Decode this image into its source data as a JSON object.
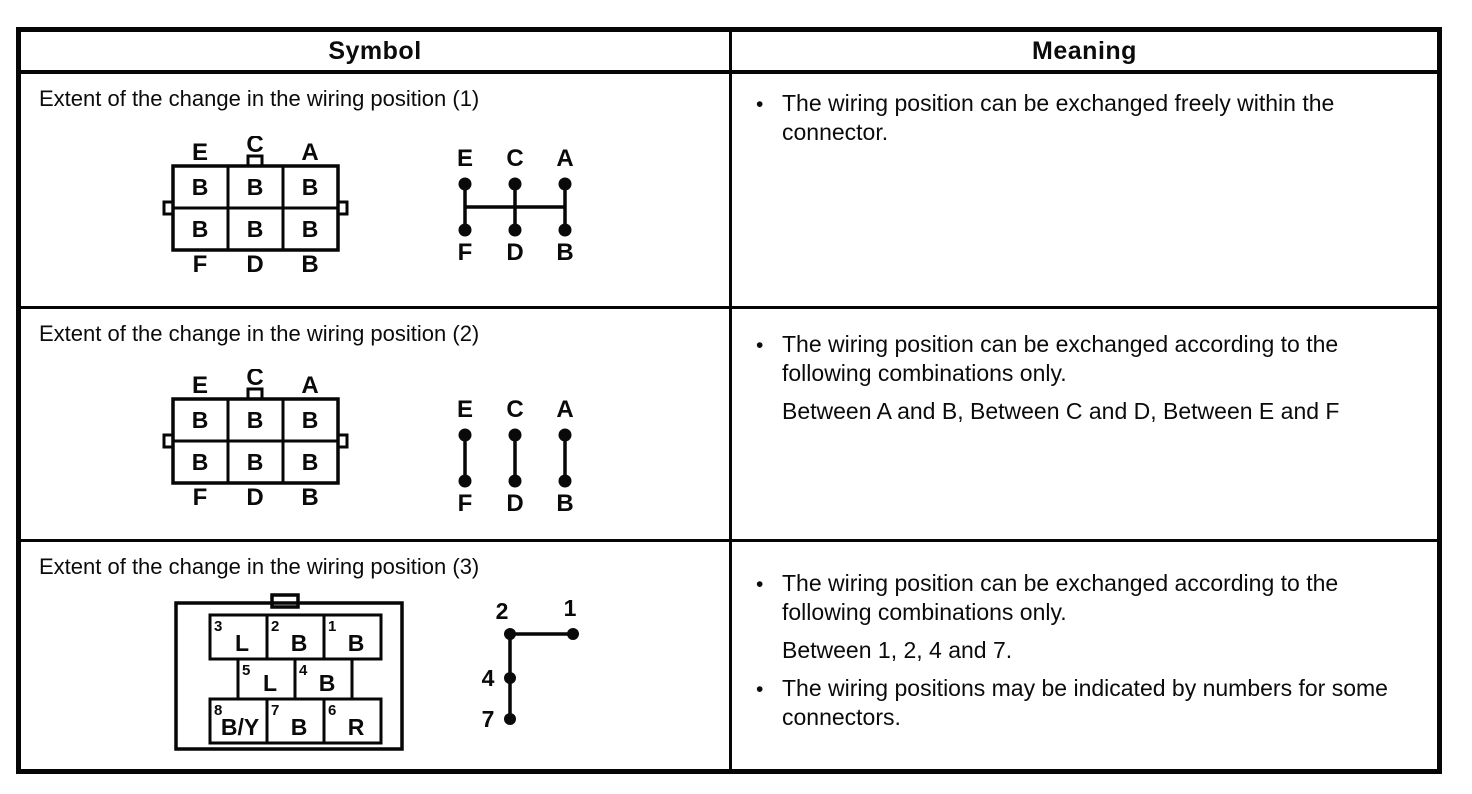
{
  "bullet_char": "•",
  "header": {
    "symbol": "Symbol",
    "meaning": "Meaning"
  },
  "rows": [
    {
      "title": "Extent of the change in the wiring position (1)",
      "connector": {
        "top_labels": [
          "E",
          "C",
          "A"
        ],
        "bottom_labels": [
          "F",
          "D",
          "B"
        ],
        "cells": [
          "B",
          "B",
          "B",
          "B",
          "B",
          "B"
        ]
      },
      "wiring": {
        "top_labels": [
          "E",
          "C",
          "A"
        ],
        "bottom_labels": [
          "F",
          "D",
          "B"
        ]
      },
      "meaning": {
        "bullet1": "The wiring position can be exchanged freely within the connector."
      }
    },
    {
      "title": "Extent of the change in the wiring position (2)",
      "connector": {
        "top_labels": [
          "E",
          "C",
          "A"
        ],
        "bottom_labels": [
          "F",
          "D",
          "B"
        ],
        "cells": [
          "B",
          "B",
          "B",
          "B",
          "B",
          "B"
        ]
      },
      "wiring": {
        "top_labels": [
          "E",
          "C",
          "A"
        ],
        "bottom_labels": [
          "F",
          "D",
          "B"
        ]
      },
      "meaning": {
        "bullet1": "The wiring position can be exchanged according to the following combinations only.",
        "note": "Between A and B, Between C and D, Between E and F"
      }
    },
    {
      "title": "Extent of the change in the wiring position (3)",
      "connector": {
        "cells": [
          {
            "num": "3",
            "label": "L"
          },
          {
            "num": "2",
            "label": "B"
          },
          {
            "num": "1",
            "label": "B"
          },
          {
            "num": "5",
            "label": "L"
          },
          {
            "num": "4",
            "label": "B"
          },
          {
            "num": "8",
            "label": "B/Y"
          },
          {
            "num": "7",
            "label": "B"
          },
          {
            "num": "6",
            "label": "R"
          }
        ]
      },
      "wiring": {
        "labels": [
          "2",
          "1",
          "4",
          "7"
        ]
      },
      "meaning": {
        "bullet1": "The wiring position can be exchanged according to the following combinations only.",
        "note": "Between 1, 2, 4 and 7.",
        "bullet2": "The wiring positions may be indicated by numbers for some connectors."
      }
    }
  ]
}
